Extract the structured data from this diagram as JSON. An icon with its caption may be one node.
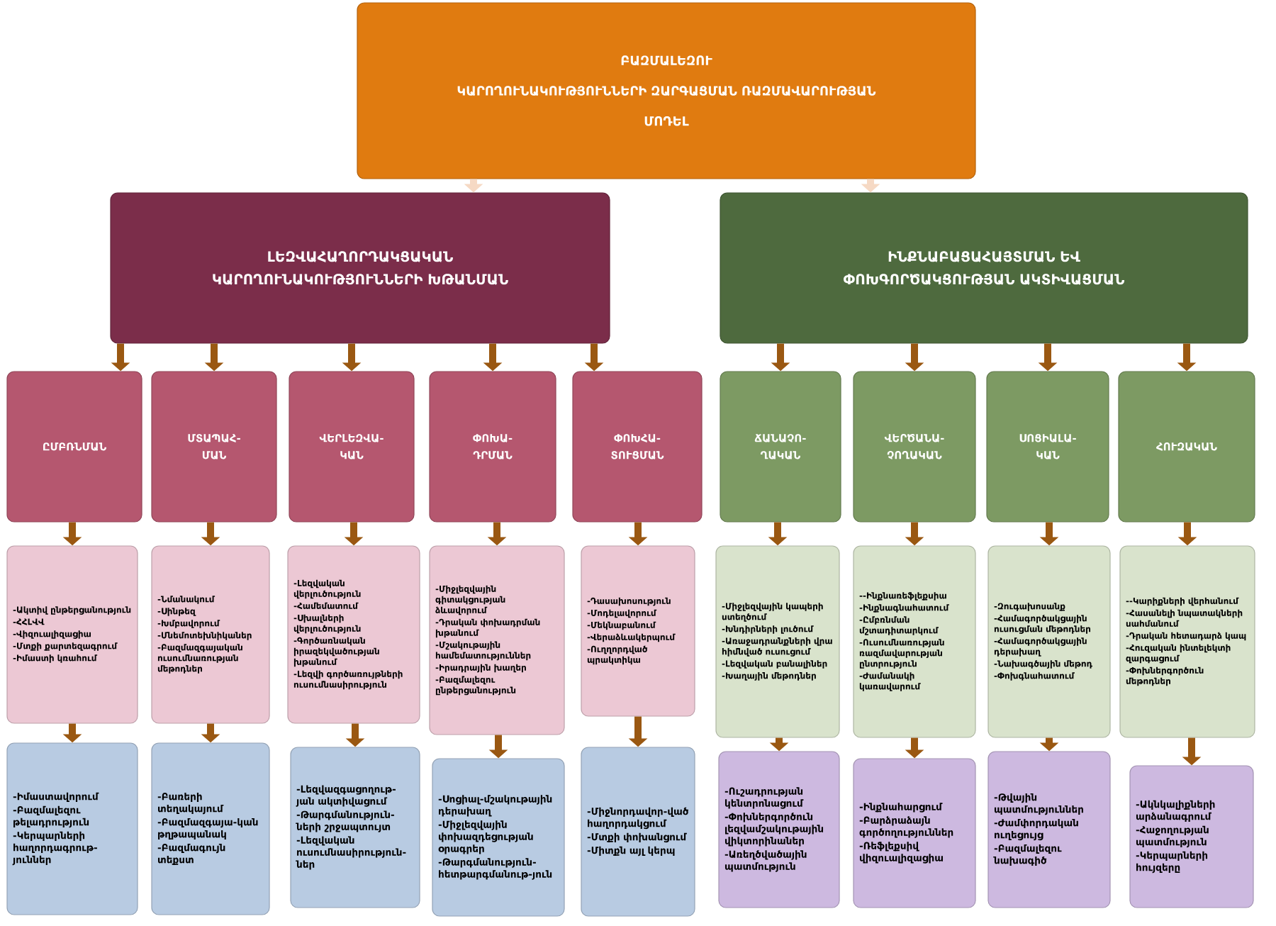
{
  "diagram": {
    "nodes": [
      {
        "text": [
          "ԲԱԶՄԱԼԵԶՈՒ",
          "ԿԱՐՈՂՈՒՆԱԿՈՒԹՅՈՒՆՆԵՐԻ ԶԱՐԳԱՑՄԱՆ ՌԱԶՄԱՎԱՐՈՒԹՅԱՆ",
          "ՄՈԴԵԼ"
        ]
      },
      {
        "text": [
          "ԼԵԶՎԱՀԱՂՈՐԴԱԿՑԱԿԱՆ ԿԱՐՈՂՈՒՆԱԿՈՒԹՅՈՒՆՆԵՐԻ ԽԹԱՆՄԱՆ"
        ]
      },
      {
        "text": [
          "ԻՆՔՆԱԲԱՑԱՀԱՅՏՄԱՆ ԵՎ ՓՈԽԳՈՐԾԱԿՑՈՒԹՅԱՆ ԱԿՏԻՎԱՑՄԱՆ"
        ]
      },
      {
        "text": [
          "ԸՄԲՌՆՄԱՆ"
        ]
      },
      {
        "text": [
          "ՄՏԱՊԱՀ-ՄԱՆ"
        ]
      },
      {
        "text": [
          "ՎԵՐԼԵԶՎԱ-ԿԱՆ"
        ]
      },
      {
        "text": [
          "ՓՈԽԱ-ԴՐՄԱՆ"
        ]
      },
      {
        "text": [
          "ՓՈԽՀԱ-ՏՈՒՑՄԱՆ"
        ]
      },
      {
        "text": [
          "ՃԱՆԱՉՈ-ՂԱԿԱՆ"
        ]
      },
      {
        "text": [
          "ՎԵՐԾԱՆԱ-ՉՈՂԱԿԱՆ"
        ]
      },
      {
        "text": [
          "ՍՈՑԻԱԼԱ-ԿԱՆ"
        ]
      },
      {
        "text": [
          "ՀՈՒԶԱԿԱՆ"
        ]
      },
      {
        "text": [
          "-Ակտիվ ընթերցանություն",
          "-ՀՀԼՎՎ",
          "-Վիզուալիզացիա",
          "-Մտքի քարտեզագրում",
          "-Իմաստի կռահում"
        ]
      },
      {
        "text": [
          "-Նմանակում",
          "-Սինթեզ",
          "-Խմբավորում",
          "-Մնեմոտեխնիկաներ",
          "-Բազմազգայական ուսումնառության մեթոդներ"
        ]
      },
      {
        "text": [
          "-Լեզվական վերլուծություն",
          "-Համեմատում",
          "-Սխալների վերլուծություն",
          "-Գործառնական իրազեկվածության խթանում",
          "-Լեզվի գործառույթների ուսումնասիրություն"
        ]
      },
      {
        "text": [
          "-Միջլեզվային գիտակցության ձևավորում",
          "-Դրական փոխադրման խթանում",
          "-Մշակութային համեմատություններ",
          "-Իրադրային խաղեր",
          "-Բազմալեզու ընթերցանություն"
        ]
      },
      {
        "text": [
          "-Դասախոսություն",
          "-Մոդելավորում",
          "-Մեկնաբանում",
          "-Վերաձևակերպում",
          "-Ուղղորդված պրակտիկա"
        ]
      },
      {
        "text": [
          "-Միջլեզվային կապերի ստեղծում",
          "-Խնդիրների լուծում",
          "-Առաջադրանքների վրա հիմնված ուսուցում",
          "-Լեզվական բանալիներ",
          "-Խաղային մեթոդներ"
        ]
      },
      {
        "text": [
          "--Ինքնառեֆլեքսիա",
          "-Ինքնագնահատում",
          "-Ըմբռնման մշտադիտարկում",
          "-Ուսումնառության ռազմավարության ընտրություն",
          "-Ժամանակի կառավարում"
        ]
      },
      {
        "text": [
          "-Զուգախոսանք",
          "-Համագործակցային ուսուցման մեթոդներ",
          "-Համագործակցային դերախաղ",
          "-Նախագծային մեթոդ",
          "-Փոխգնահատում"
        ]
      },
      {
        "text": [
          "--Կարիքների վերհանում",
          "-Հասանելի նպատակների սահմանում",
          "-Դրական հետադարձ կապ",
          "-Հուզական ինտելեկտի զարգացում",
          "-Փոխներգործուն մեթոդներ"
        ]
      },
      {
        "text": [
          "-Իմաստավորում",
          "-Բազմալեզու թելադրություն",
          "-Կերպարների հաղորդագրութ-յուններ"
        ]
      },
      {
        "text": [
          "-Բառերի տեղակայում",
          "-Բազմազգայա-կան թղթապանակ",
          "-Բազմագույն տեքստ"
        ]
      },
      {
        "text": [
          "-Լեզվազգացողութ-յան ակտիվացում",
          "-Թարգմանություն-ների շրջապտույտ",
          "-Լեզվական ուսումնասիրություն-ներ"
        ]
      },
      {
        "text": [
          "-Սոցիալ-մշակութային դերախաղ",
          "-Միջլեզվային փոխազդեցության օրագրեր",
          "-Թարգմանություն-հետթարգմանութ-յուն"
        ]
      },
      {
        "text": [
          "-Միջնորդավոր-ված հաղորդակցում",
          "-Մտքի փոխանցում",
          "-Միտքն այլ կերպ"
        ]
      },
      {
        "text": [
          "-Ուշադրության կենտրոնացում",
          "-Փոխներգործուն լեզվամշակութային վիկտորինաներ",
          "-Առեղծվածային պատմություն"
        ]
      },
      {
        "text": [
          "-Ինքնահարցում",
          "-Բարձրաձայն գործողություններ",
          "-Ռեֆլեքսիվ վիզուալիզացիա"
        ]
      },
      {
        "text": [
          "-Թվային պատմություններ",
          "-Ժամփորդական ուղեցույց",
          "-Բազմալեզու նախագիծ"
        ]
      },
      {
        "text": [
          "-Ակնկալիքների արձանագրում",
          "-Հաջողության պատմություն",
          "-Կերպարների հույզերը"
        ]
      }
    ],
    "edges": [
      {
        "from": 0,
        "to": 1,
        "arrow": "to",
        "color": "#f6d9c4"
      },
      {
        "from": 0,
        "to": 2,
        "arrow": "to",
        "color": "#f6d9c4"
      },
      {
        "from": 1,
        "to": 3,
        "arrow": "to"
      },
      {
        "from": 1,
        "to": 4,
        "arrow": "to"
      },
      {
        "from": 1,
        "to": 5,
        "arrow": "to"
      },
      {
        "from": 1,
        "to": 6,
        "arrow": "to"
      },
      {
        "from": 1,
        "to": 7,
        "arrow": "to"
      },
      {
        "from": 2,
        "to": 8,
        "arrow": "to"
      },
      {
        "from": 2,
        "to": 9,
        "arrow": "to"
      },
      {
        "from": 2,
        "to": 10,
        "arrow": "to"
      },
      {
        "from": 2,
        "to": 11,
        "arrow": "to"
      },
      {
        "from": 3,
        "to": 12,
        "arrow": "to"
      },
      {
        "from": 4,
        "to": 13,
        "arrow": "to"
      },
      {
        "from": 5,
        "to": 14,
        "arrow": "to"
      },
      {
        "from": 6,
        "to": 15,
        "arrow": "to"
      },
      {
        "from": 7,
        "to": 16,
        "arrow": "to"
      },
      {
        "from": 8,
        "to": 17,
        "arrow": "to"
      },
      {
        "from": 9,
        "to": 18,
        "arrow": "to"
      },
      {
        "from": 10,
        "to": 19,
        "arrow": "to"
      },
      {
        "from": 11,
        "to": 20,
        "arrow": "to"
      },
      {
        "from": 12,
        "to": 21,
        "arrow": "to"
      },
      {
        "from": 13,
        "to": 22,
        "arrow": "to"
      },
      {
        "from": 14,
        "to": 23,
        "arrow": "to"
      },
      {
        "from": 15,
        "to": 24,
        "arrow": "to"
      },
      {
        "from": 16,
        "to": 25,
        "arrow": "to"
      },
      {
        "from": 17,
        "to": 26,
        "arrow": "to"
      },
      {
        "from": 18,
        "to": 27,
        "arrow": "to"
      },
      {
        "from": 19,
        "to": 28,
        "arrow": "to"
      },
      {
        "from": 20,
        "to": 29,
        "arrow": "to"
      }
    ]
  }
}
